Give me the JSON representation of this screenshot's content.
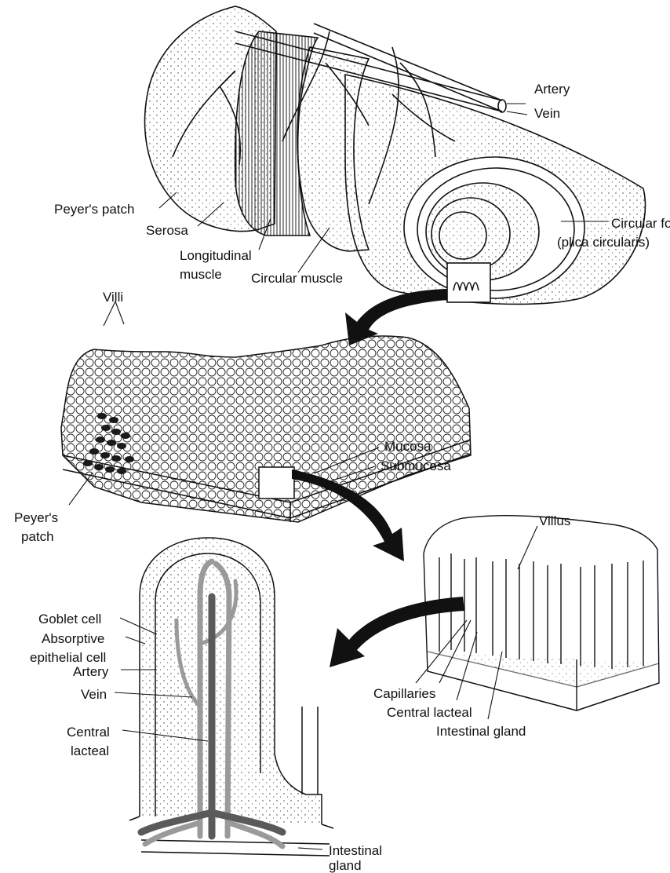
{
  "labels": {
    "artery_top": "Artery",
    "vein_top": "Vein",
    "peyers_patch_top": "Peyer's patch",
    "serosa": "Serosa",
    "longitudinal_muscle_1": "Longitudinal",
    "longitudinal_muscle_2": "muscle",
    "circular_muscle": "Circular muscle",
    "circular_fold_1": "Circular fold",
    "circular_fold_2": "(plica circularis)",
    "villi": "Villi",
    "mucosa": "Mucosa",
    "submucosa": "Submucosa",
    "peyers_patch_mid_1": "Peyer's",
    "peyers_patch_mid_2": "patch",
    "villus": "Villus",
    "goblet_cell": "Goblet cell",
    "absorptive_1": "Absorptive",
    "absorptive_2": "epithelial cell",
    "artery_bottom": "Artery",
    "vein_bottom": "Vein",
    "central_lacteal_left_1": "Central",
    "central_lacteal_left_2": "lacteal",
    "capillaries": "Capillaries",
    "central_lacteal_right": "Central lacteal",
    "intestinal_gland_right": "Intestinal gland",
    "intestinal_gland_bottom_1": "Intestinal",
    "intestinal_gland_bottom_2": "gland"
  },
  "colors": {
    "ink": "#111111",
    "artery_gray": "#9a9a9a",
    "vein_gray": "#5a5a5a",
    "patch_black": "#1a1a1a"
  }
}
